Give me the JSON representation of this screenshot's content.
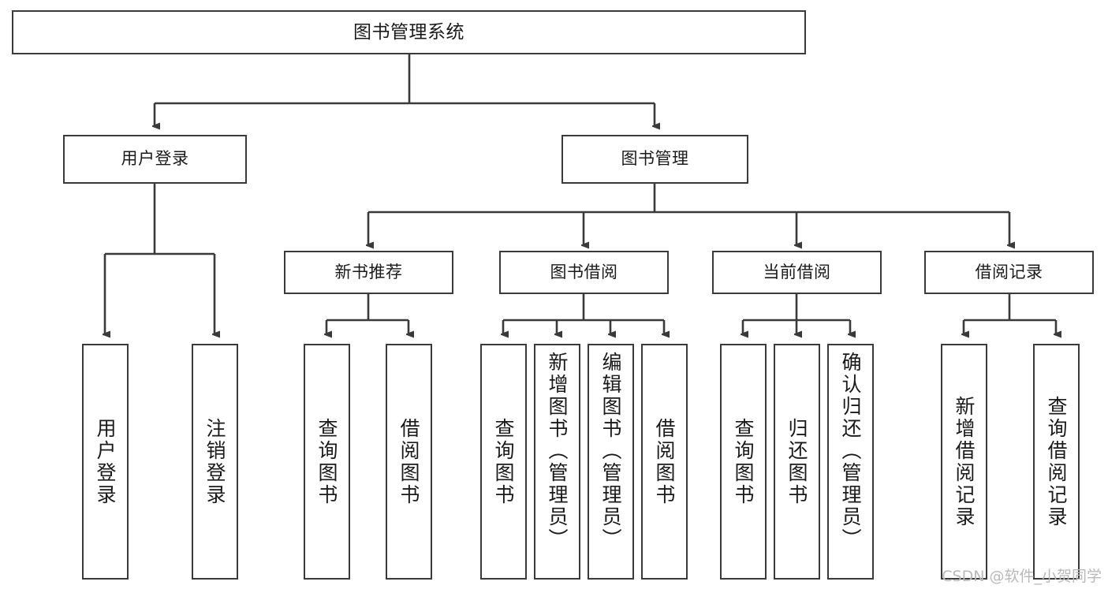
{
  "diagram": {
    "type": "tree-hierarchy-chart",
    "title": "图书管理系统",
    "watermark": "CSDN @软件_小贺同学",
    "colors": {
      "stroke": "#3a3a3a",
      "fill": "#ffffff",
      "text": "#1a1a1a",
      "watermark": "#b9b9b9"
    },
    "root": {
      "label": "图书管理系统"
    },
    "level2": [
      {
        "label": "用户登录"
      },
      {
        "label": "图书管理"
      }
    ],
    "level3": [
      {
        "label": "新书推荐"
      },
      {
        "label": "图书借阅"
      },
      {
        "label": "当前借阅"
      },
      {
        "label": "借阅记录"
      }
    ],
    "leaves": {
      "user_login": [
        {
          "label": "用户登录"
        },
        {
          "label": "注销登录"
        }
      ],
      "new_book_recommend": [
        {
          "label": "查询图书"
        },
        {
          "label": "借阅图书"
        }
      ],
      "book_borrow": [
        {
          "label": "查询图书"
        },
        {
          "label": "新增图书（管理员）"
        },
        {
          "label": "编辑图书（管理员）"
        },
        {
          "label": "借阅图书"
        }
      ],
      "current_borrow": [
        {
          "label": "查询图书"
        },
        {
          "label": "归还图书"
        },
        {
          "label": "确认归还（管理员）"
        }
      ],
      "borrow_record": [
        {
          "label": "新增借阅记录"
        },
        {
          "label": "查询借阅记录"
        }
      ]
    }
  }
}
